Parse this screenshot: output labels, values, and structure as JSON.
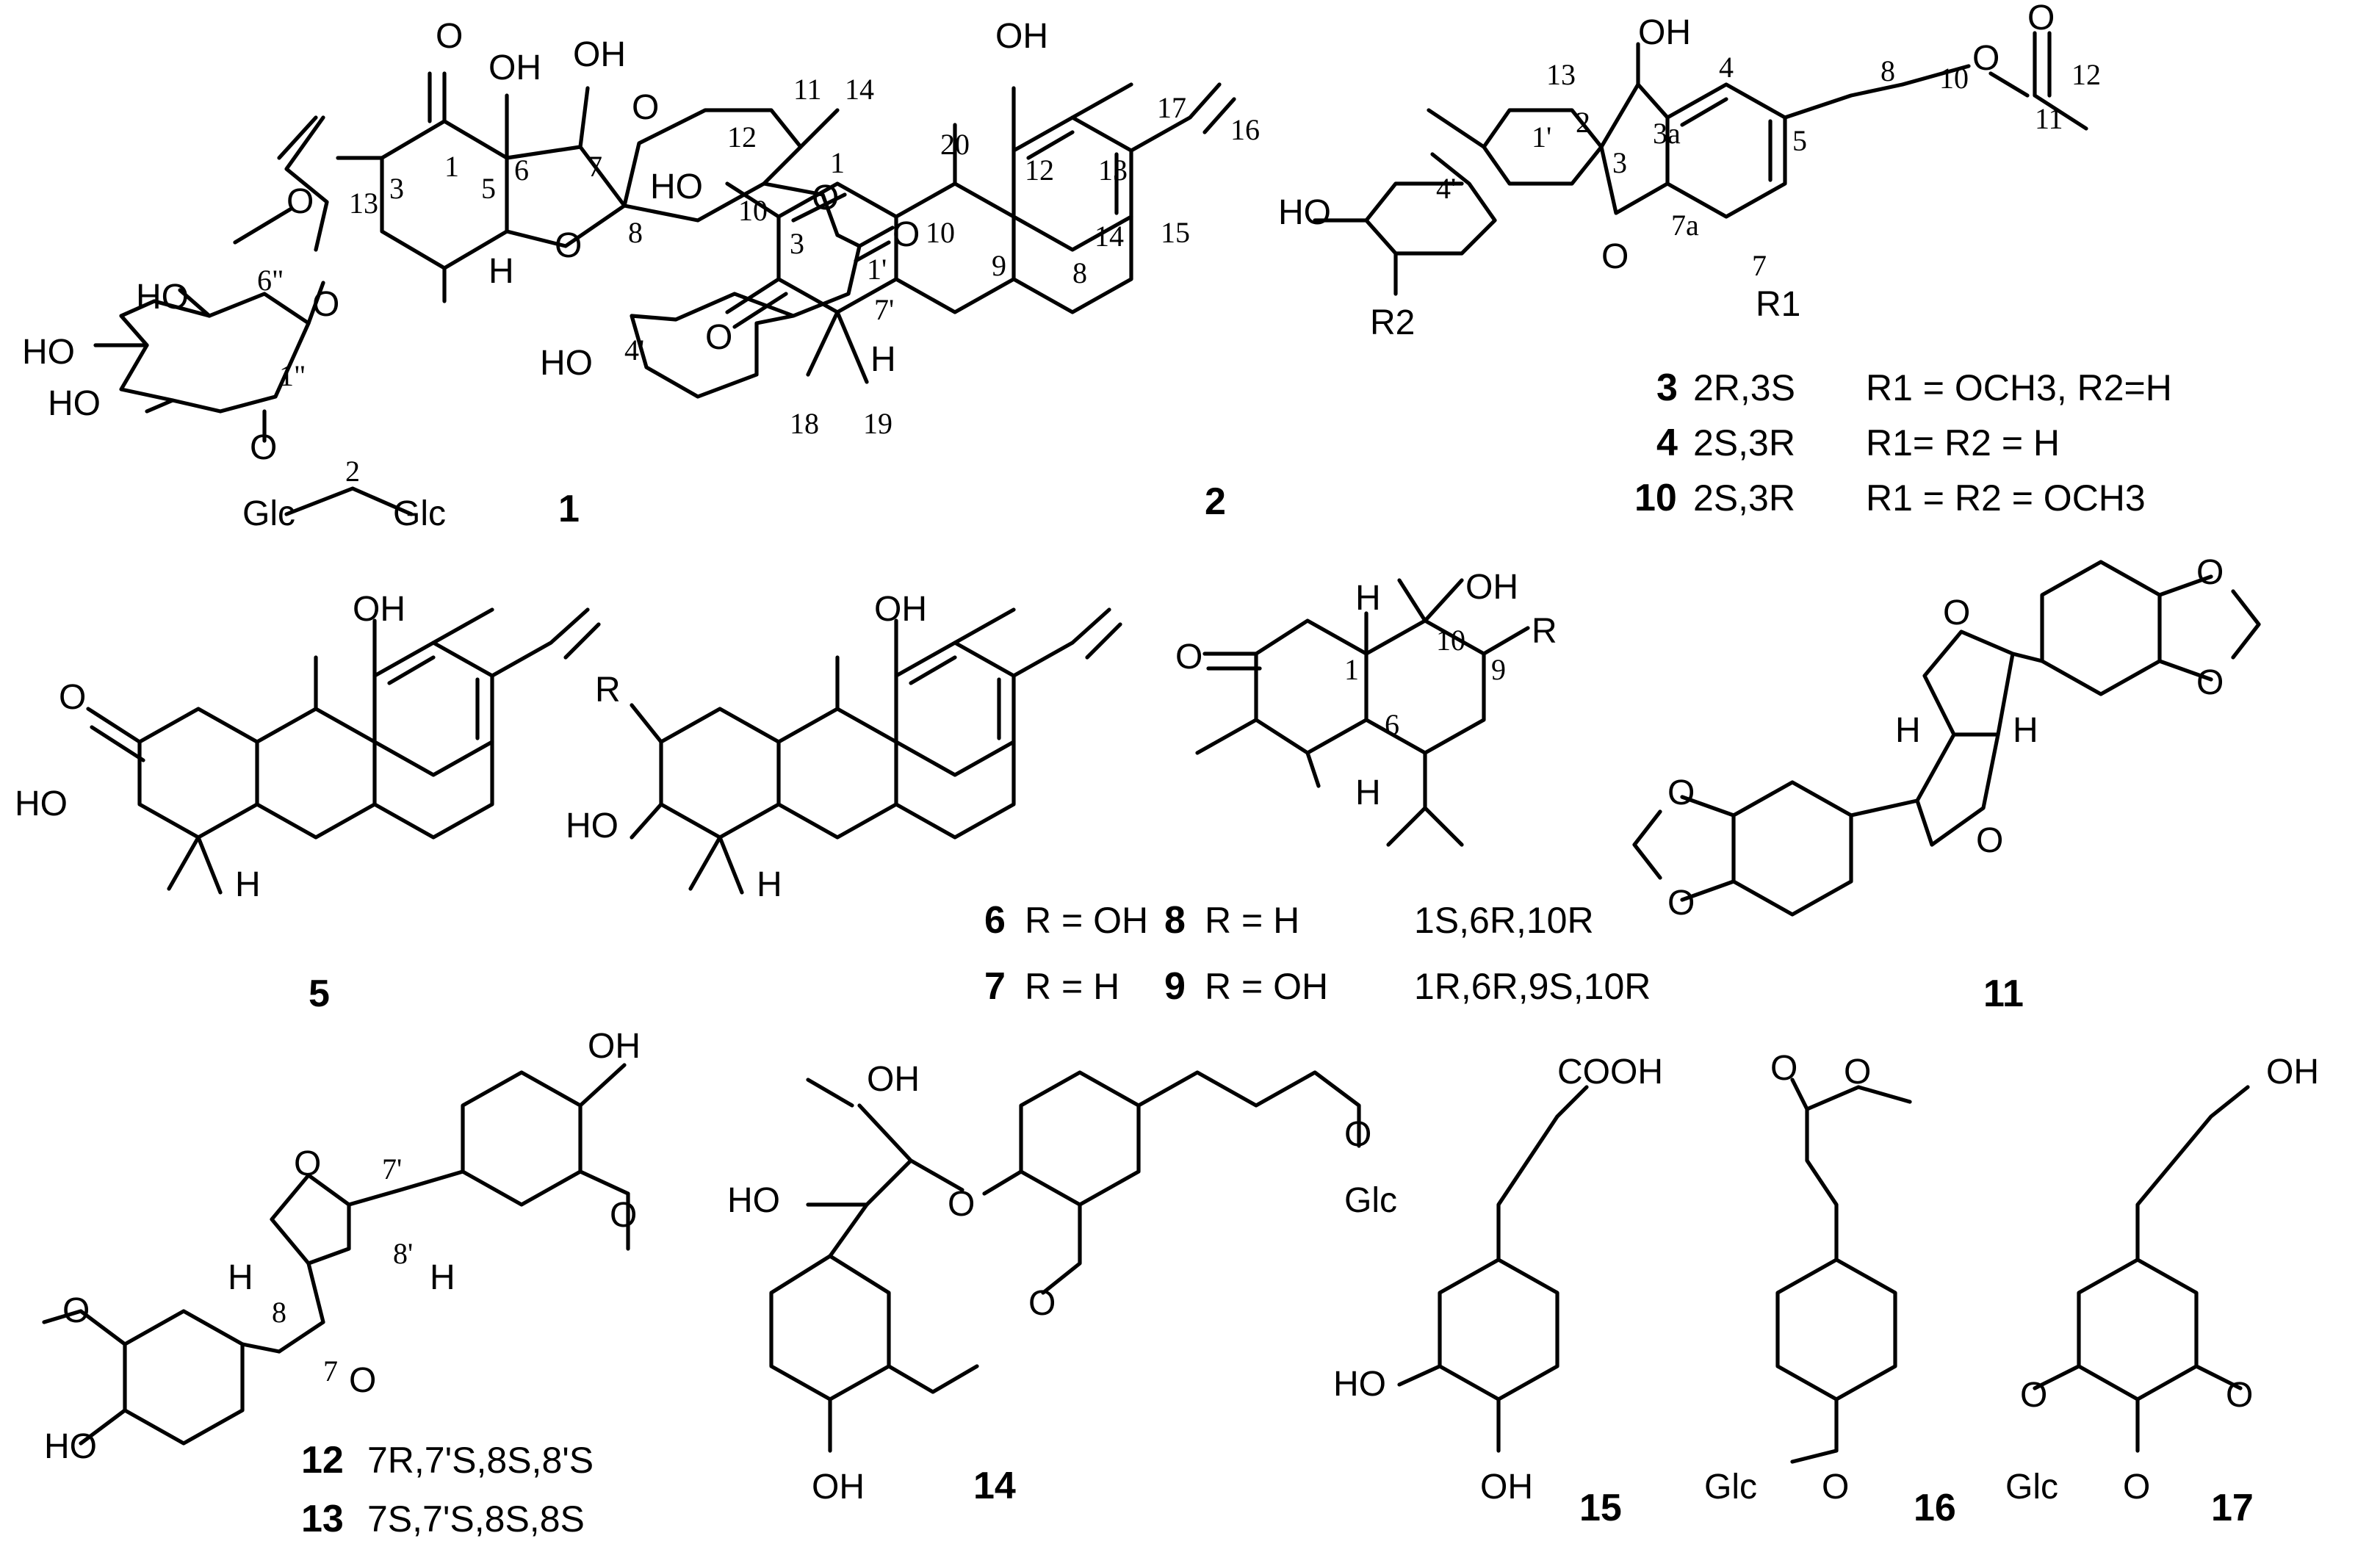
{
  "compounds": [
    {
      "id": "1",
      "atoms": [
        "O",
        "OH",
        "OH",
        "O",
        "O",
        "O",
        "H",
        "O",
        "O",
        "O",
        "HO",
        "HO",
        "HO",
        "O",
        "Glc",
        "Glc",
        "HO"
      ],
      "locants": [
        "1",
        "6",
        "7",
        "8",
        "12",
        "11",
        "14",
        "5",
        "10",
        "13",
        "3",
        "6\"",
        "1\"",
        "2",
        "1'",
        "7'",
        "4'"
      ],
      "descriptors": []
    },
    {
      "id": "2",
      "atoms": [
        "OH",
        "HO",
        "O",
        "H"
      ],
      "locants": [
        "20",
        "12",
        "13",
        "17",
        "1",
        "9",
        "14",
        "16",
        "10",
        "8",
        "15",
        "3",
        "18",
        "19"
      ],
      "descriptors": []
    },
    {
      "id": "3",
      "atoms": [
        "OH",
        "O",
        "O",
        "HO",
        "O",
        "R2",
        "R1"
      ],
      "locants": [
        "13",
        "4'",
        "1'",
        "2",
        "3",
        "3a",
        "4",
        "5",
        "8",
        "10",
        "12",
        "11",
        "7a",
        "7"
      ],
      "descriptors": [
        {
          "id": "3",
          "stereo": "2R,3S",
          "r": "R1 = OCH3, R2=H"
        },
        {
          "id": "4",
          "stereo": "2S,3R",
          "r": "R1= R2 = H"
        },
        {
          "id": "10",
          "stereo": "2S,3R",
          "r": "R1 = R2 = OCH3"
        }
      ]
    },
    {
      "id": "5",
      "atoms": [
        "OH",
        "O",
        "HO",
        "H"
      ],
      "locants": [],
      "descriptors": []
    },
    {
      "id": "6",
      "atoms": [
        "OH",
        "R",
        "HO",
        "H"
      ],
      "locants": [],
      "descriptors": [
        {
          "id": "6",
          "r": "R = OH"
        },
        {
          "id": "7",
          "r": "R = H"
        }
      ]
    },
    {
      "id": "8",
      "atoms": [
        "OH",
        "O",
        "H",
        "R",
        "H"
      ],
      "locants": [
        "10",
        "9",
        "1",
        "6"
      ],
      "descriptors": [
        {
          "id": "8",
          "r": "R = H",
          "stereo": "1S,6R,10R"
        },
        {
          "id": "9",
          "r": "R = OH",
          "stereo": "1R,6R,9S,10R"
        }
      ]
    },
    {
      "id": "11",
      "atoms": [
        "O",
        "O",
        "O",
        "H",
        "H",
        "O",
        "O",
        "O"
      ],
      "locants": [],
      "descriptors": []
    },
    {
      "id": "12",
      "atoms": [
        "OH",
        "O",
        "O",
        "H",
        "H",
        "O",
        "O",
        "HO"
      ],
      "locants": [
        "7'",
        "8'",
        "8",
        "7"
      ],
      "descriptors": [
        {
          "id": "12",
          "stereo": "7R,7'S,8S,8'S"
        },
        {
          "id": "13",
          "stereo": "7S,7'S,8S,8S"
        }
      ]
    },
    {
      "id": "14",
      "atoms": [
        "OH",
        "HO",
        "O",
        "O",
        "Glc",
        "O",
        "OH"
      ],
      "locants": [],
      "descriptors": []
    },
    {
      "id": "15",
      "atoms": [
        "COOH",
        "HO",
        "OH"
      ],
      "locants": [],
      "descriptors": []
    },
    {
      "id": "16",
      "atoms": [
        "O",
        "O",
        "Glc",
        "O"
      ],
      "locants": [],
      "descriptors": []
    },
    {
      "id": "17",
      "atoms": [
        "OH",
        "O",
        "O",
        "Glc",
        "O"
      ],
      "locants": [],
      "descriptors": []
    }
  ]
}
